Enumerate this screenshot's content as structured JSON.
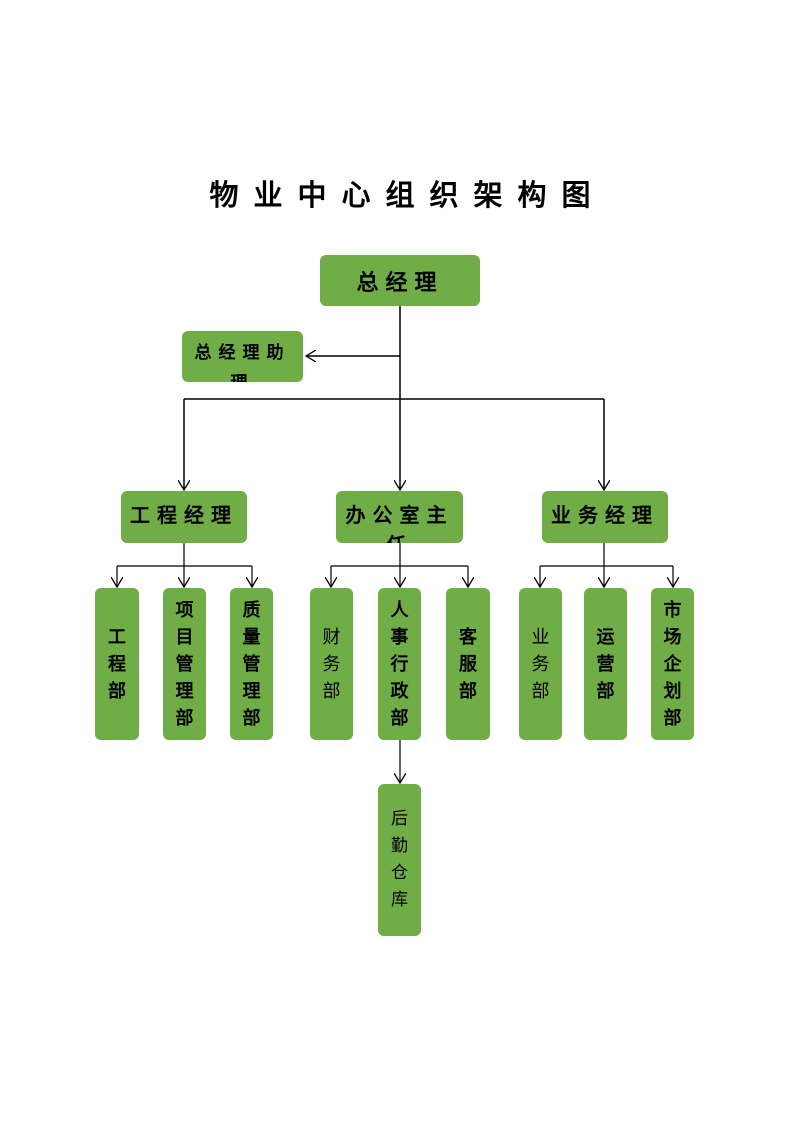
{
  "title": "物业中心组织架构图",
  "colors": {
    "box_fill": "#70ad47",
    "line": "#000000"
  },
  "nodes": {
    "gm": "总经理",
    "gm_assistant": "总经理助理",
    "eng_manager": "工程经理",
    "office_director": "办公室主任",
    "biz_manager": "业务经理",
    "engineering_dept": "工程部",
    "project_mgmt_dept": "项目管理部",
    "quality_mgmt_dept": "质量管理部",
    "finance_dept": "财务部",
    "hr_admin_dept": "人事行政部",
    "customer_service_dept": "客服部",
    "business_dept": "业务部",
    "operations_dept": "运营部",
    "marketing_planning_dept": "市场企划部",
    "logistics_warehouse": "后勤仓库"
  }
}
